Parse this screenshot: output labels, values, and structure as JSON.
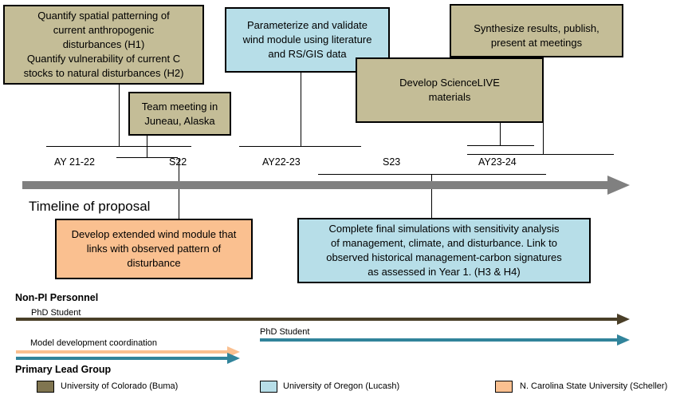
{
  "boxes": {
    "h1_h2": {
      "lines": [
        "Quantify spatial patterning of",
        "current anthropogenic",
        "disturbances (H1)",
        "Quantify vulnerability of current C",
        "stocks to natural disturbances (H2)"
      ]
    },
    "team_meeting": {
      "lines": [
        "Team meeting in",
        "Juneau, Alaska"
      ]
    },
    "wind_module": {
      "lines": [
        "Parameterize and validate",
        "wind module using literature",
        "and RS/GIS data"
      ]
    },
    "sciencelive": {
      "lines": [
        "Develop ScienceLIVE",
        "materials"
      ]
    },
    "synthesize": {
      "lines": [
        "Synthesize results, publish,",
        "present at meetings"
      ]
    },
    "extended_wind": {
      "lines": [
        "Develop extended wind module that",
        "links with observed pattern of",
        "disturbance"
      ]
    },
    "final_sim": {
      "lines": [
        "Complete final simulations with sensitivity analysis",
        "of management, climate, and disturbance. Link to",
        "observed historical management-carbon signatures",
        "as assessed in Year 1. (H3 & H4)"
      ]
    }
  },
  "timeline": {
    "title": "Timeline of proposal",
    "periods": [
      "AY 21-22",
      "S22",
      "AY22-23",
      "S23",
      "AY23-24"
    ]
  },
  "personnel": {
    "heading": "Non-PI Personnel",
    "phd_student_1": "PhD Student",
    "phd_student_2": "PhD Student",
    "model_dev": "Model development coordination"
  },
  "legend": {
    "heading": "Primary Lead Group",
    "items": [
      {
        "label": "University of Colorado (Buma)",
        "color": "#807550"
      },
      {
        "label": "University of Oregon (Lucash)",
        "color": "#b7dee8"
      },
      {
        "label": "N. Carolina State University (Scheller)",
        "color": "#fac090"
      }
    ]
  },
  "colors": {
    "olive_box": "#c4bd97",
    "blue_box": "#b7dee8",
    "orange_box": "#fac090",
    "timeline_arrow": "#808080",
    "colorado_arrow": "#4a3f28",
    "oregon_arrow": "#31849b",
    "ncsu_arrow": "#fac090"
  }
}
